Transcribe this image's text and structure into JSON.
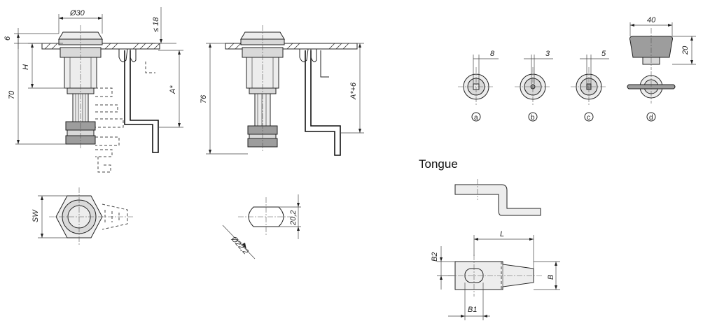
{
  "drawing": {
    "front_view": {
      "dimensions": {
        "dia_top": "Ø30",
        "thickness_top": "6",
        "max_panel": "≤ 18",
        "height_h": "H",
        "total_70": "70",
        "a_star": "A*"
      }
    },
    "variant_view": {
      "dimensions": {
        "total_76": "76",
        "a_plus_6": "A*+6"
      }
    },
    "bottom_view": {
      "dimensions": {
        "sw": "SW"
      }
    },
    "cutout_view": {
      "dimensions": {
        "dia_22": "Ø22,2",
        "width_20": "20,2"
      }
    },
    "drives": [
      {
        "dim": "8",
        "label": "a"
      },
      {
        "dim": "3",
        "label": "b"
      },
      {
        "dim": "5",
        "label": "c"
      },
      {
        "label": "d"
      }
    ],
    "handle_d": {
      "dim_width": "40",
      "dim_height": "20"
    },
    "tongue": {
      "title": "Tongue",
      "dimensions": {
        "length": "L",
        "b2": "B2",
        "b": "B",
        "b1": "B1"
      }
    }
  }
}
